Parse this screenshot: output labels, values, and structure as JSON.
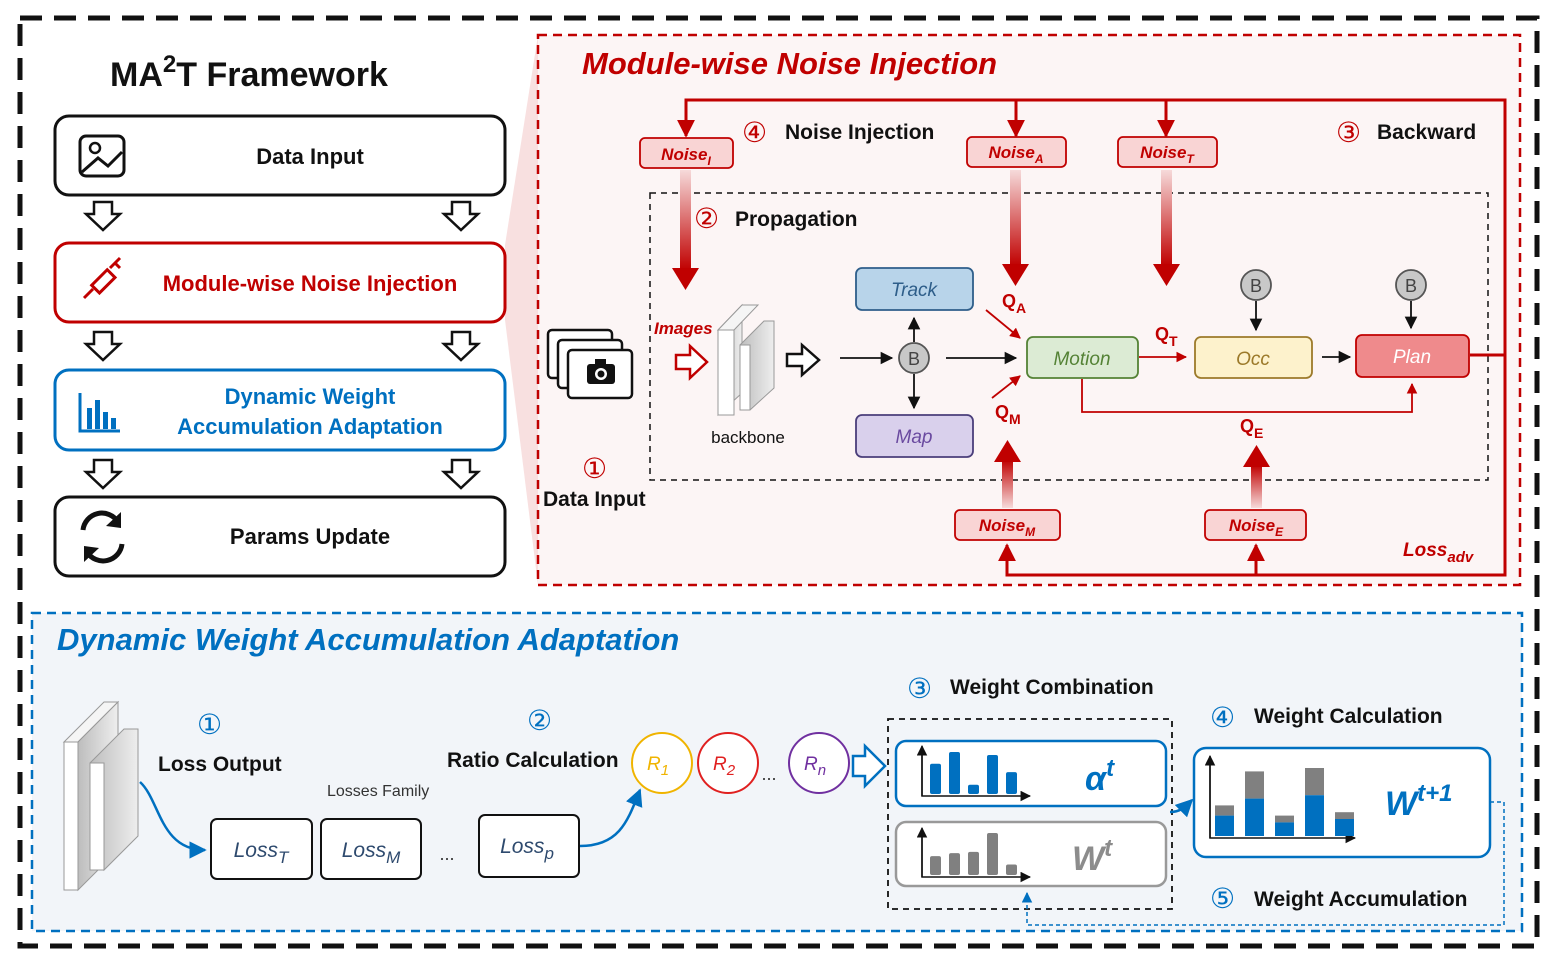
{
  "colors": {
    "red": "#c00000",
    "blue": "#0070c0",
    "black": "#111111",
    "track_fill": "#b8d4ea",
    "map_fill": "#d9d0ec",
    "motion_fill": "#dcebd4",
    "occ_fill": "#fdf2cc",
    "plan_fill": "#ef8a8c",
    "noise_fill": "#f9d4d4",
    "gray_bar": "#808080"
  },
  "framework": {
    "title_main": "MA",
    "title_sup": "2",
    "title_rest": "T Framework",
    "steps": [
      {
        "label": "Data Input",
        "icon": "image-icon"
      },
      {
        "label": "Module-wise Noise Injection",
        "icon": "syringe-icon"
      },
      {
        "label_line1": "Dynamic Weight",
        "label_line2": "Accumulation Adaptation",
        "icon": "bar-chart-icon"
      },
      {
        "label": "Params Update",
        "icon": "refresh-icon"
      }
    ]
  },
  "noise_panel": {
    "title": "Module-wise Noise Injection",
    "steps": {
      "s1_num": "①",
      "s1_label": "Data Input",
      "s2_num": "②",
      "s2_label": "Propagation",
      "s3_num": "③",
      "s3_label": "Backward",
      "s4_num": "④",
      "s4_label": "Noise Injection"
    },
    "noises": {
      "I": {
        "base": "Noise",
        "sub": "I"
      },
      "A": {
        "base": "Noise",
        "sub": "A"
      },
      "T": {
        "base": "Noise",
        "sub": "T"
      },
      "M": {
        "base": "Noise",
        "sub": "M"
      },
      "E": {
        "base": "Noise",
        "sub": "E"
      }
    },
    "queries": {
      "A": {
        "base": "Q",
        "sub": "A"
      },
      "M": {
        "base": "Q",
        "sub": "M"
      },
      "T": {
        "base": "Q",
        "sub": "T"
      },
      "E": {
        "base": "Q",
        "sub": "E"
      }
    },
    "images_label": "Images",
    "backbone_label": "backbone",
    "b_label": "B",
    "modules": {
      "track": "Track",
      "map": "Map",
      "motion": "Motion",
      "occ": "Occ",
      "plan": "Plan"
    },
    "loss": {
      "base": "Loss",
      "sub": "adv"
    }
  },
  "dwaa_panel": {
    "title": "Dynamic Weight Accumulation Adaptation",
    "s1_num": "①",
    "s1_label": "Loss Output",
    "s2_num": "②",
    "s2_label": "Ratio Calculation",
    "s3_num": "③",
    "s3_label": "Weight Combination",
    "s4_num": "④",
    "s4_label": "Weight Calculation",
    "s5_num": "⑤",
    "s5_label": "Weight Accumulation",
    "losses_family": "Losses Family",
    "losses": [
      {
        "base": "Loss",
        "sub": "T"
      },
      {
        "base": "Loss",
        "sub": "M"
      },
      {
        "base": "Loss",
        "sub": "p"
      }
    ],
    "ellipsis": "...",
    "ellipsis_r": "...",
    "ratios": [
      {
        "base": "R",
        "sub": "1",
        "color": "#f0b400"
      },
      {
        "base": "R",
        "sub": "2",
        "color": "#e02020"
      },
      {
        "base": "R",
        "sub": "n",
        "color": "#7030a0"
      }
    ],
    "alpha": {
      "base": "α",
      "sup": "t"
    },
    "w": {
      "base": "W",
      "sup": "t"
    },
    "w_next": {
      "base": "W",
      "sup": "t+1"
    },
    "chart_alpha": [
      0.72,
      1.0,
      0.22,
      0.93,
      0.52
    ],
    "chart_w": [
      0.45,
      0.52,
      0.55,
      1.0,
      0.25
    ],
    "chart_wnext_total": [
      0.45,
      0.95,
      0.3,
      1.0,
      0.35
    ],
    "chart_wnext_blue": [
      0.3,
      0.55,
      0.2,
      0.6,
      0.25
    ]
  }
}
